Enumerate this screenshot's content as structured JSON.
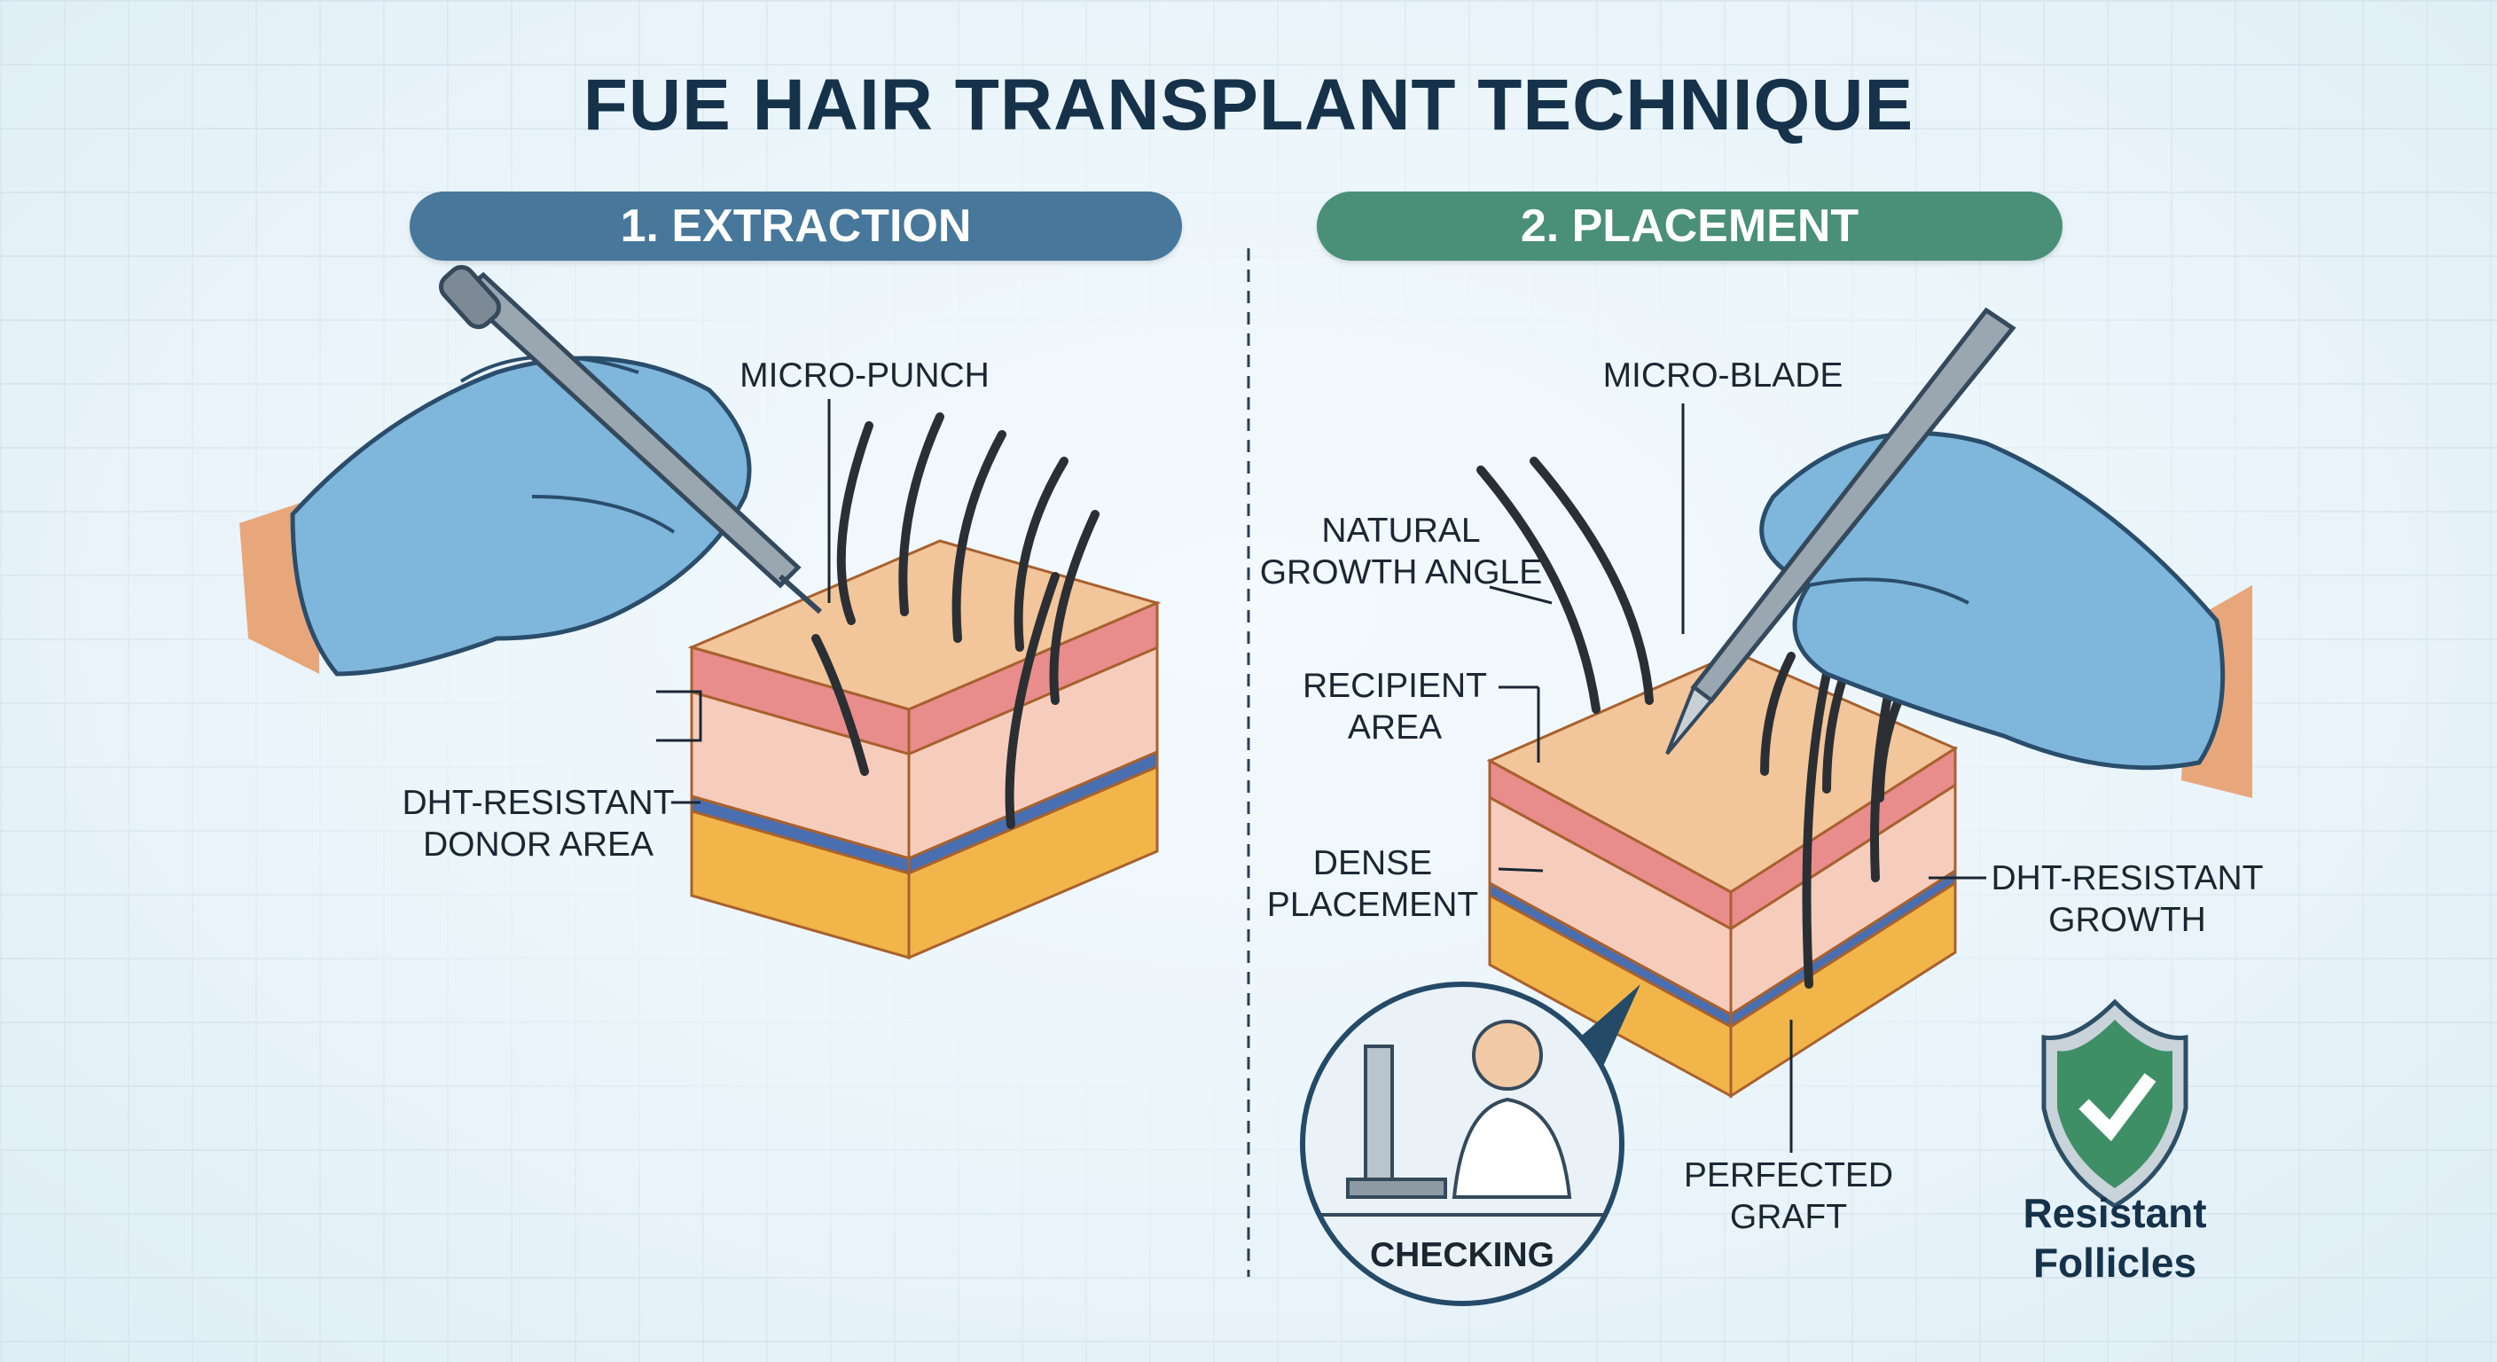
{
  "title": "FUE HAIR TRANSPLANT TECHNIQUE",
  "steps": [
    {
      "label": "1. EXTRACTION",
      "color": "#47779a"
    },
    {
      "label": "2. PLACEMENT",
      "color": "#4a8f78"
    }
  ],
  "extraction": {
    "micro_punch": "MICRO-PUNCH",
    "donor_area": [
      "DHT-RESISTANT",
      "DONOR AREA"
    ]
  },
  "placement": {
    "micro_blade": "MICRO-BLADE",
    "growth_angle": [
      "NATURAL",
      "GROWTH ANGLE"
    ],
    "recipient_area": [
      "RECIPIENT",
      "AREA"
    ],
    "dense_placement": [
      "DENSE",
      "PLACEMENT"
    ],
    "dht_growth": [
      "DHT-RESISTANT",
      "GROWTH"
    ],
    "perfected_graft": [
      "PERFECTED",
      "GRAFT"
    ],
    "checking": "CHECKING",
    "resistant_follicles": [
      "Resistant",
      "Follicles"
    ]
  },
  "colors": {
    "title": "#15324a",
    "glove": "#7fb6dc",
    "shield": "#3f8f66"
  }
}
